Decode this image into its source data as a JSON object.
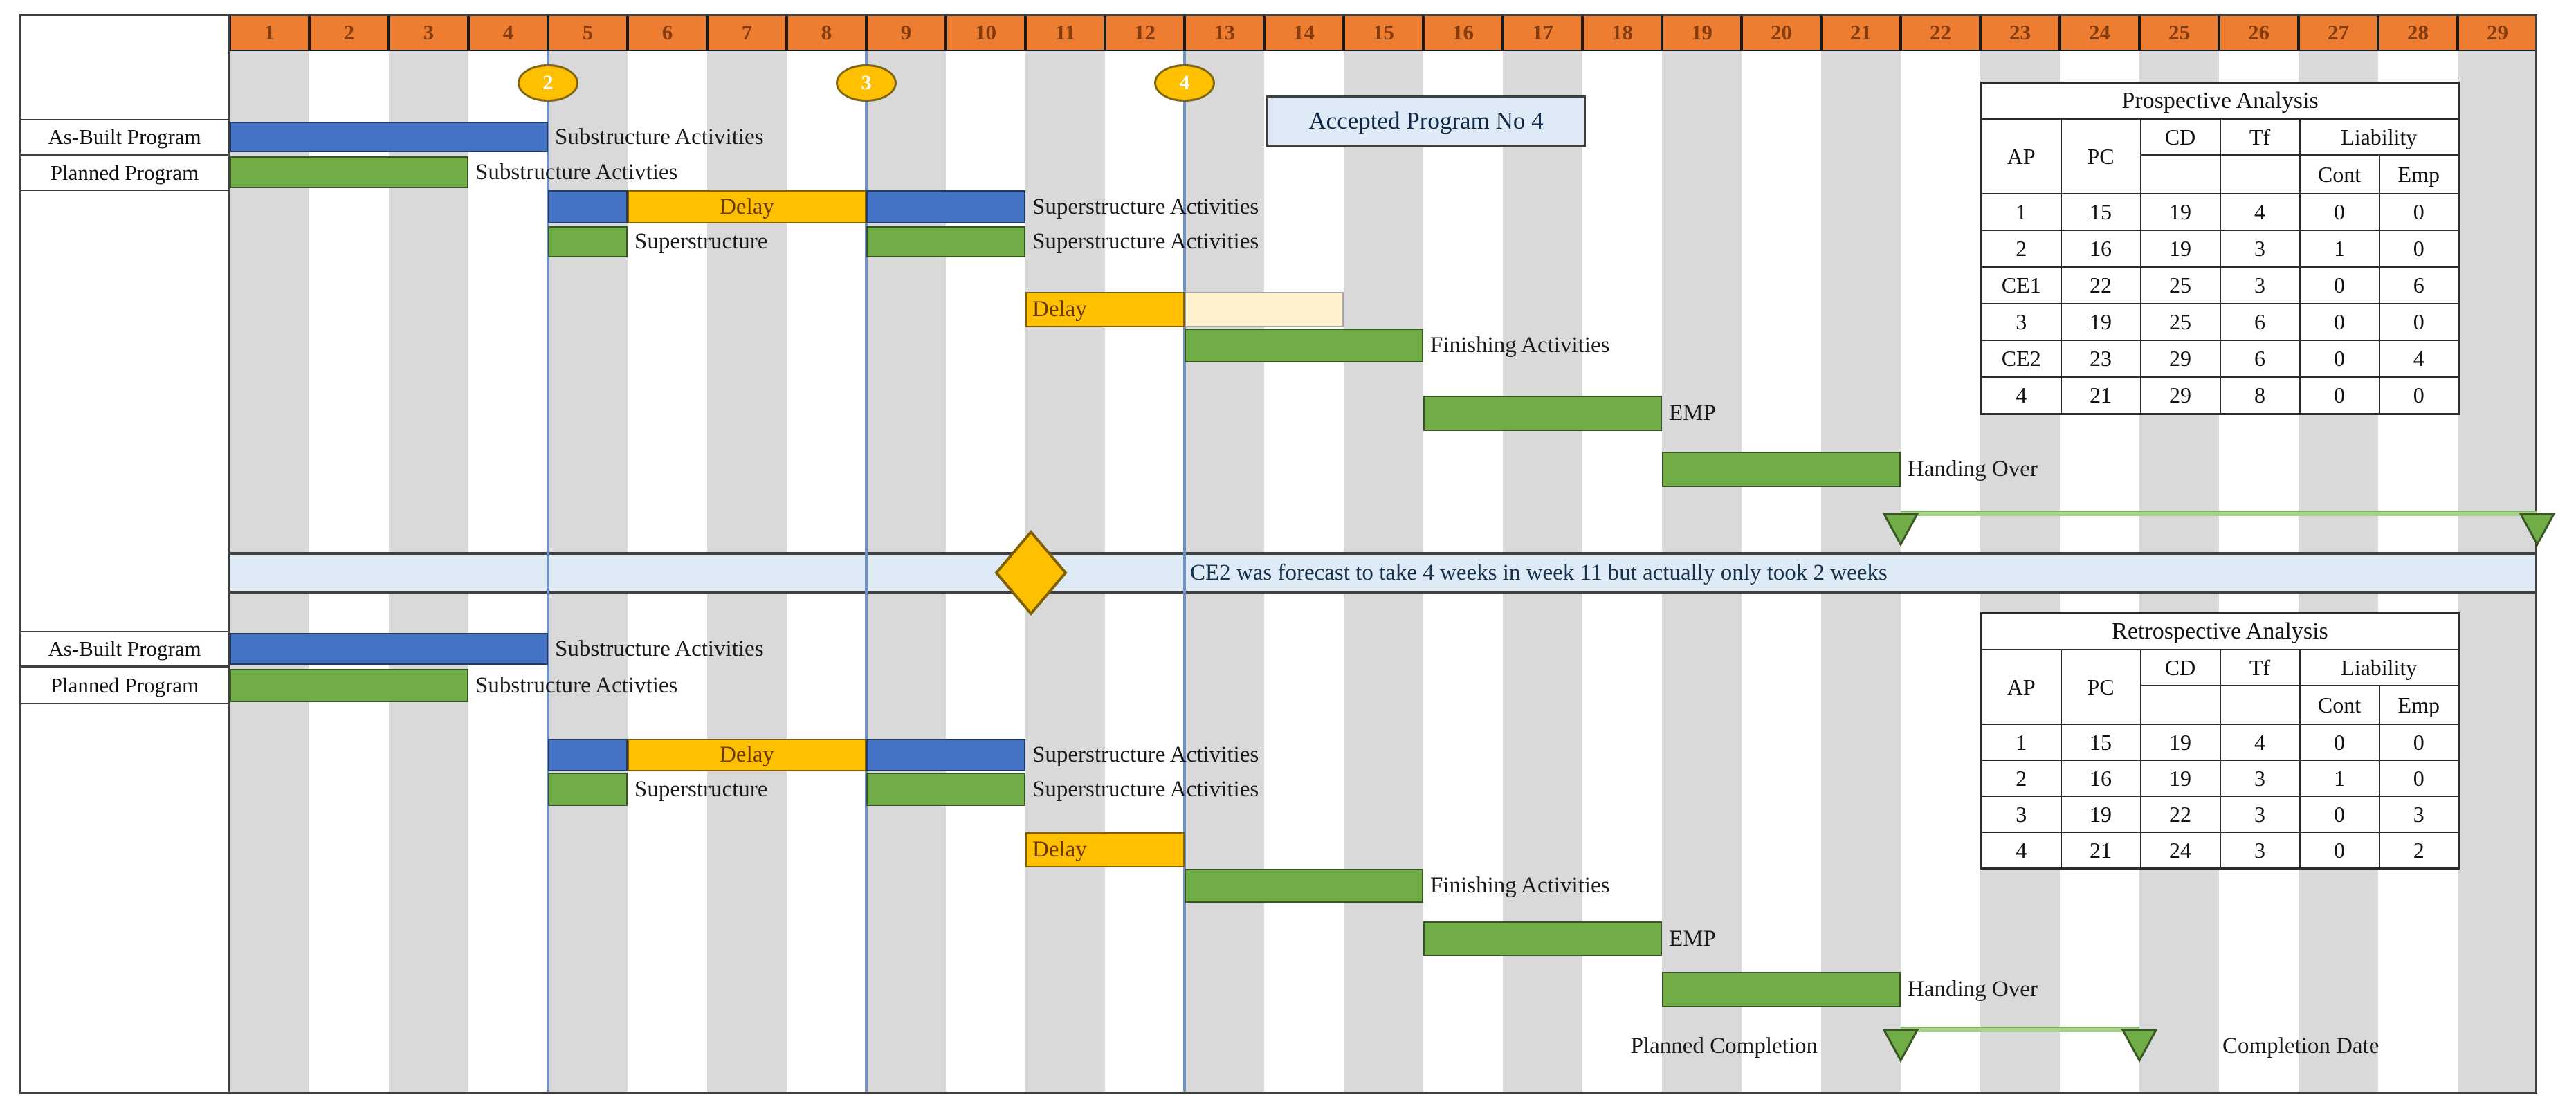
{
  "colors": {
    "header_fill": "#ED7D31",
    "header_text": "#843C0C",
    "stripe": "#D9D9D9",
    "asbuilt_bar": "#4472C4",
    "asbuilt_border": "#1F3864",
    "planned_bar": "#70AD47",
    "planned_border": "#375623",
    "delay_bar": "#FFC000",
    "delay_border": "#7F6000",
    "delay_text": "#6a3800",
    "forecast_bar": "#FFF2CC",
    "forecast_border": "#a6a6a6",
    "milestone_fill": "#FFC000",
    "milestone_border": "#7c6316",
    "timeline_line": "#7191C4",
    "band_fill": "#DEEAF6",
    "annotation_fill": "#DEEAF6",
    "completion_line": "#A9D18E",
    "completion_marker": "#70AD47"
  },
  "chart_data": {
    "type": "gantt",
    "x_unit": "weeks",
    "weeks": [
      1,
      2,
      3,
      4,
      5,
      6,
      7,
      8,
      9,
      10,
      11,
      12,
      13,
      14,
      15,
      16,
      17,
      18,
      19,
      20,
      21,
      22,
      23,
      24,
      25,
      26,
      27,
      28,
      29
    ],
    "milestones": [
      {
        "label": "2",
        "after_week": 4
      },
      {
        "label": "3",
        "after_week": 8
      },
      {
        "label": "4",
        "after_week": 12
      }
    ],
    "annotations": {
      "accepted_program": "Accepted Program No 4",
      "ce2_note": "CE2 was forecast to take 4 weeks in week 11 but actually only took 2 weeks",
      "ce2_diamond_after_week": 10
    },
    "sections": [
      {
        "id": "prospective",
        "program_labels": [
          "As-Built Program",
          "Planned Program"
        ],
        "bars": [
          {
            "row": 0,
            "start": 0,
            "end": 4,
            "color": "asbuilt",
            "name": "substructure-asbuilt",
            "label": "Substructure Activities",
            "label_pos": "right"
          },
          {
            "row": 1,
            "start": 0,
            "end": 3,
            "color": "planned",
            "name": "substructure-planned",
            "label": "Substructure Activties",
            "label_pos": "right"
          },
          {
            "row": 2,
            "start": 4,
            "end": 5,
            "color": "asbuilt",
            "name": "superstructure-asbuilt-1"
          },
          {
            "row": 2,
            "start": 5,
            "end": 8,
            "color": "delay",
            "name": "superstructure-delay",
            "label": "Delay",
            "label_pos": "center"
          },
          {
            "row": 2,
            "start": 8,
            "end": 10,
            "color": "asbuilt",
            "name": "superstructure-asbuilt-2",
            "label": "Superstructure Activities",
            "label_pos": "right"
          },
          {
            "row": 3,
            "start": 4,
            "end": 5,
            "color": "planned",
            "name": "superstructure-planned-1",
            "label": "Superstructure",
            "label_pos": "right"
          },
          {
            "row": 3,
            "start": 8,
            "end": 10,
            "color": "planned",
            "name": "superstructure-planned-2",
            "label": "Superstructure Activities",
            "label_pos": "right"
          },
          {
            "row": 4,
            "start": 10,
            "end": 12,
            "color": "delay",
            "name": "ce2-delay",
            "label": "Delay",
            "label_pos": "inside-left"
          },
          {
            "row": 4,
            "start": 12,
            "end": 14,
            "color": "forecast",
            "name": "ce2-forecast"
          },
          {
            "row": 5,
            "start": 12,
            "end": 15,
            "color": "planned",
            "name": "finishing",
            "label": "Finishing Activities",
            "label_pos": "right"
          },
          {
            "row": 6,
            "start": 15,
            "end": 18,
            "color": "planned",
            "name": "emp",
            "label": "EMP",
            "label_pos": "right"
          },
          {
            "row": 7,
            "start": 18,
            "end": 21,
            "color": "planned",
            "name": "handing-over",
            "label": "Handing Over",
            "label_pos": "right"
          }
        ],
        "completion": {
          "from_week": 21,
          "to_week": 29
        }
      },
      {
        "id": "retrospective",
        "program_labels": [
          "As-Built Program",
          "Planned Program"
        ],
        "bars": [
          {
            "row": 0,
            "start": 0,
            "end": 4,
            "color": "asbuilt",
            "name": "substructure-asbuilt",
            "label": "Substructure Activities",
            "label_pos": "right"
          },
          {
            "row": 1,
            "start": 0,
            "end": 3,
            "color": "planned",
            "name": "substructure-planned",
            "label": "Substructure Activties",
            "label_pos": "right"
          },
          {
            "row": 2,
            "start": 4,
            "end": 5,
            "color": "asbuilt",
            "name": "superstructure-asbuilt-1"
          },
          {
            "row": 2,
            "start": 5,
            "end": 8,
            "color": "delay",
            "name": "superstructure-delay",
            "label": "Delay",
            "label_pos": "center"
          },
          {
            "row": 2,
            "start": 8,
            "end": 10,
            "color": "asbuilt",
            "name": "superstructure-asbuilt-2",
            "label": "Superstructure Activities",
            "label_pos": "right"
          },
          {
            "row": 3,
            "start": 4,
            "end": 5,
            "color": "planned",
            "name": "superstructure-planned-1",
            "label": "Superstructure",
            "label_pos": "right"
          },
          {
            "row": 3,
            "start": 8,
            "end": 10,
            "color": "planned",
            "name": "superstructure-planned-2",
            "label": "Superstructure Activities",
            "label_pos": "right"
          },
          {
            "row": 4,
            "start": 10,
            "end": 12,
            "color": "delay",
            "name": "ce2-delay",
            "label": "Delay",
            "label_pos": "inside-left"
          },
          {
            "row": 5,
            "start": 12,
            "end": 15,
            "color": "planned",
            "name": "finishing",
            "label": "Finishing Activities",
            "label_pos": "right"
          },
          {
            "row": 6,
            "start": 15,
            "end": 18,
            "color": "planned",
            "name": "emp",
            "label": "EMP",
            "label_pos": "right"
          },
          {
            "row": 7,
            "start": 18,
            "end": 21,
            "color": "planned",
            "name": "handing-over",
            "label": "Handing Over",
            "label_pos": "right"
          }
        ],
        "completion": {
          "from_week": 21,
          "to_week": 24,
          "left_label": "Planned Completion",
          "right_label": "Completion Date"
        }
      }
    ],
    "tables": [
      {
        "id": "prospective",
        "title": "Prospective Analysis",
        "col_headers": [
          "AP",
          "PC",
          "CD",
          "Tf"
        ],
        "liability_label": "Liability",
        "liability_sub": [
          "Cont",
          "Emp"
        ],
        "rows": [
          [
            "1",
            "15",
            "19",
            "4",
            "0",
            "0"
          ],
          [
            "2",
            "16",
            "19",
            "3",
            "1",
            "0"
          ],
          [
            "CE1",
            "22",
            "25",
            "3",
            "0",
            "6"
          ],
          [
            "3",
            "19",
            "25",
            "6",
            "0",
            "0"
          ],
          [
            "CE2",
            "23",
            "29",
            "6",
            "0",
            "4"
          ],
          [
            "4",
            "21",
            "29",
            "8",
            "0",
            "0"
          ]
        ]
      },
      {
        "id": "retrospective",
        "title": "Retrospective Analysis",
        "col_headers": [
          "AP",
          "PC",
          "CD",
          "Tf"
        ],
        "liability_label": "Liability",
        "liability_sub": [
          "Cont",
          "Emp"
        ],
        "rows": [
          [
            "1",
            "15",
            "19",
            "4",
            "0",
            "0"
          ],
          [
            "2",
            "16",
            "19",
            "3",
            "1",
            "0"
          ],
          [
            "3",
            "19",
            "22",
            "3",
            "0",
            "3"
          ],
          [
            "4",
            "21",
            "24",
            "3",
            "0",
            "2"
          ]
        ]
      }
    ]
  }
}
